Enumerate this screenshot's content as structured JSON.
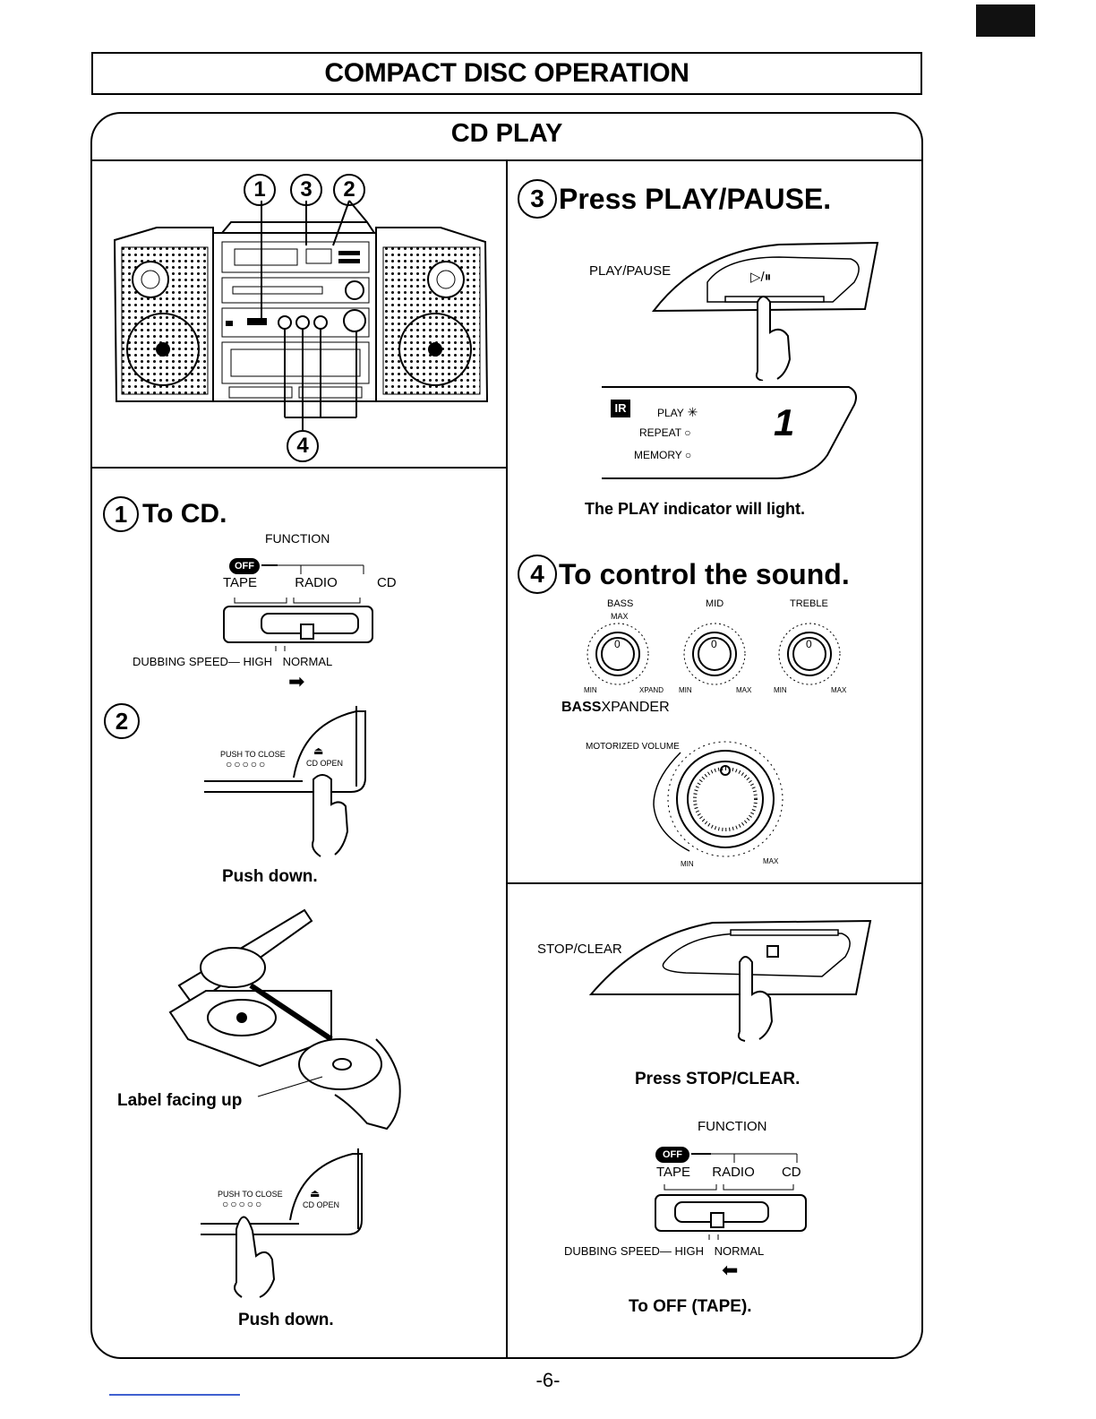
{
  "page": {
    "title": "COMPACT DISC OPERATION",
    "section_title": "CD PLAY",
    "page_number": "-6-"
  },
  "overview": {
    "callouts": [
      "1",
      "3",
      "2",
      "4"
    ]
  },
  "step1": {
    "number": "1",
    "title": "To CD.",
    "function_label": "FUNCTION",
    "off_label": "OFF",
    "positions": [
      "TAPE",
      "RADIO",
      "CD"
    ],
    "dubbing_label": "DUBBING SPEED— HIGH",
    "normal_label": "NORMAL",
    "arrow": "➡"
  },
  "step2": {
    "number": "2",
    "push_to_close": "PUSH TO CLOSE",
    "dots": "○○○○○",
    "cd_open": "CD OPEN",
    "eject_symbol": "⏏",
    "caption1": "Push down.",
    "label_facing": "Label facing up",
    "caption2": "Push down."
  },
  "step3": {
    "number": "3",
    "title": "Press PLAY/PAUSE.",
    "button_label": "PLAY/PAUSE",
    "button_symbol": "▷/⏸",
    "display": {
      "ir": "IR",
      "play": "PLAY",
      "repeat": "REPEAT",
      "memory": "MEMORY",
      "track": "1"
    },
    "caption": "The PLAY indicator will light."
  },
  "step4": {
    "number": "4",
    "title": "To control the sound.",
    "knobs": [
      {
        "label": "BASS",
        "top_mark": "MAX",
        "min": "MIN",
        "max": "XPAND"
      },
      {
        "label": "MID",
        "top_mark": "",
        "min": "MIN",
        "max": "MAX"
      },
      {
        "label": "TREBLE",
        "top_mark": "",
        "min": "MIN",
        "max": "MAX"
      }
    ],
    "knob_zero": "0",
    "bassxpander_bold": "BASS",
    "bassxpander_rest": "XPANDER",
    "volume_label": "MOTORIZED VOLUME",
    "volume_min": "MIN",
    "volume_max": "MAX"
  },
  "stop": {
    "button_label": "STOP/CLEAR",
    "caption": "Press STOP/CLEAR.",
    "function_label": "FUNCTION",
    "off_label": "OFF",
    "positions": [
      "TAPE",
      "RADIO",
      "CD"
    ],
    "dubbing_label": "DUBBING SPEED— HIGH",
    "normal_label": "NORMAL",
    "arrow": "⬅",
    "final_caption": "To OFF (TAPE)."
  }
}
